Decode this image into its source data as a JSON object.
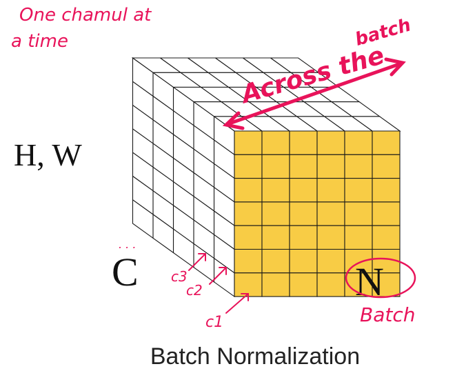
{
  "diagram": {
    "caption": "Batch Normalization",
    "labels": {
      "hw": "H, W",
      "c": "C",
      "n": "N"
    },
    "colors": {
      "highlight": "#f8cc45",
      "grid_line": "#1a1a1a",
      "annotation": "#e8135a"
    }
  },
  "annotations": {
    "one_channel_line1": "One chamul at",
    "one_channel_line2": "a time",
    "across_line1": "Across the",
    "across_line2": "batch",
    "channel_labels": [
      "c3",
      "c2",
      "c1"
    ],
    "dots": ". . .",
    "batch": "Batch"
  }
}
